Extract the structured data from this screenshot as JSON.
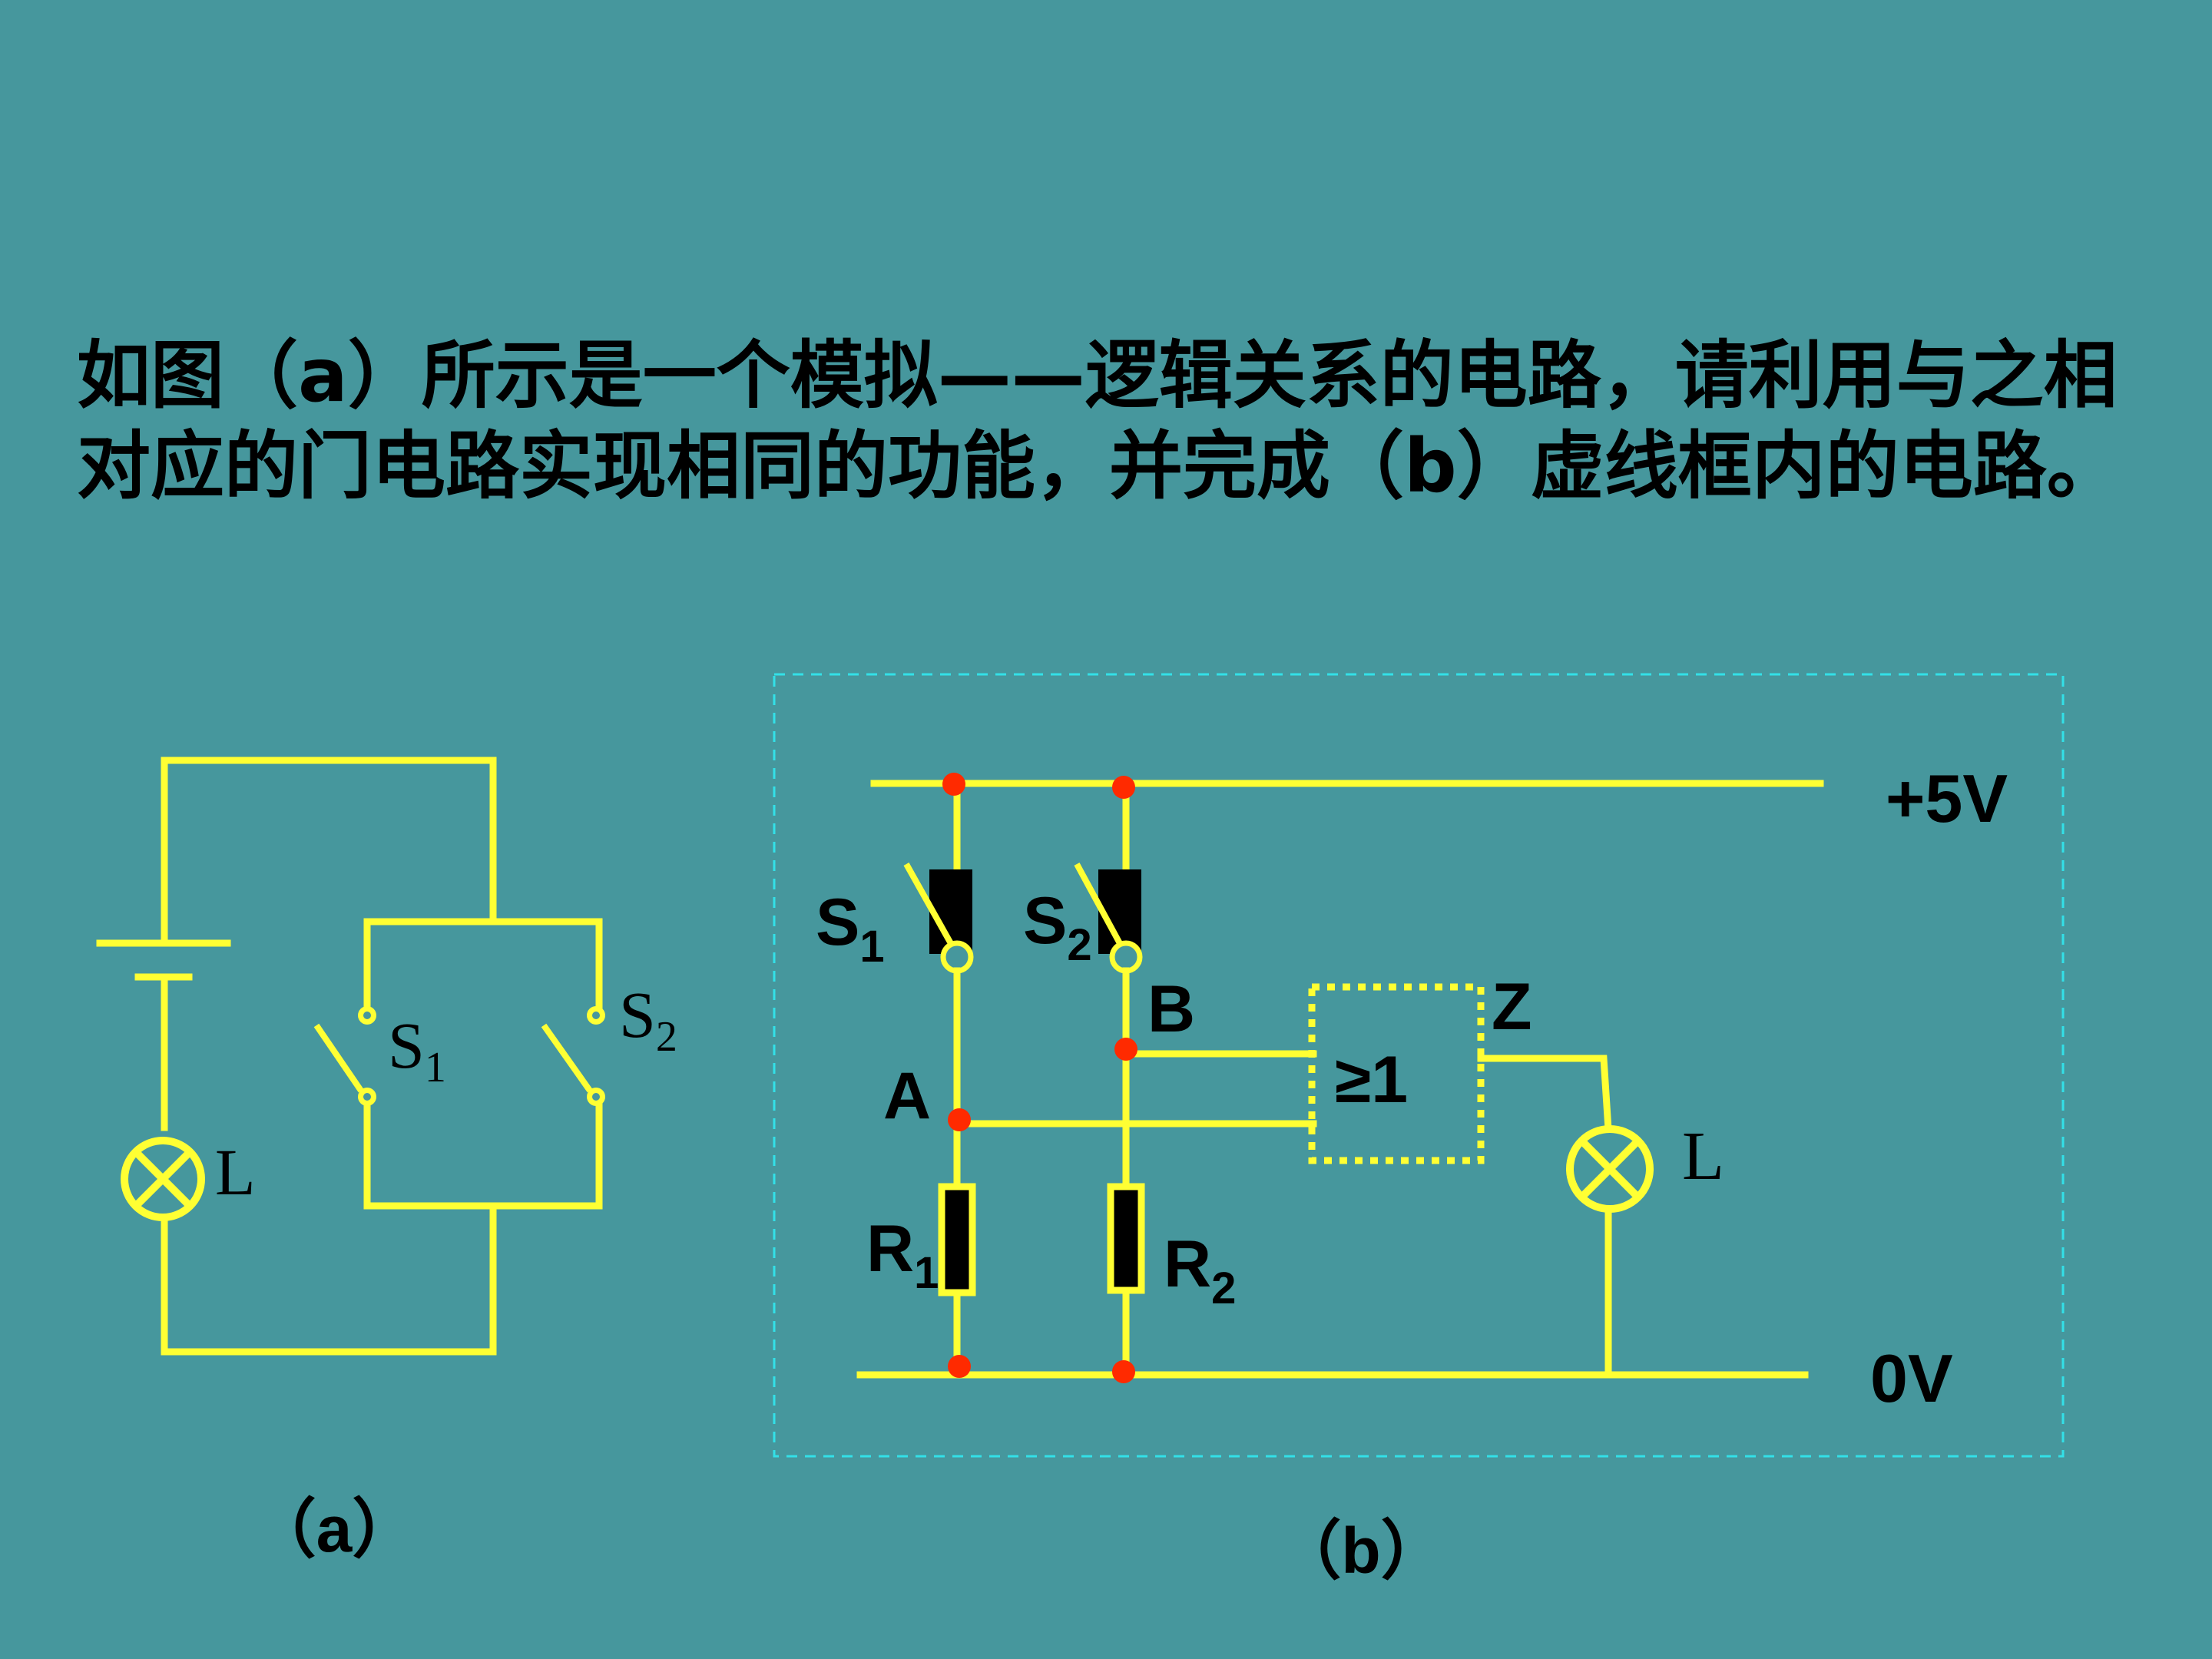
{
  "question": {
    "line1": "如图（a）所示是一个模拟——逻辑关系的电路，请利用与之相",
    "line2": "对应的门电路实现相同的功能，并完成（b）虚线框内的电路。"
  },
  "figure_a": {
    "caption": "（a）",
    "lamp": "L",
    "switch1": {
      "letter": "S",
      "sub": "1"
    },
    "switch2": {
      "letter": "S",
      "sub": "2"
    }
  },
  "figure_b": {
    "caption": "（b）",
    "supply_top": "+5V",
    "supply_bottom": "0V",
    "switch1": {
      "letter": "S",
      "sub": "1"
    },
    "switch2": {
      "letter": "S",
      "sub": "2"
    },
    "resistor1": {
      "letter": "R",
      "sub": "1"
    },
    "resistor2": {
      "letter": "R",
      "sub": "2"
    },
    "node_a": "A",
    "node_b": "B",
    "output": "Z",
    "gate_symbol": "≥1",
    "lamp": "L"
  },
  "colors": {
    "background": "#46979d",
    "wire": "#ffff33",
    "node": "#ff2a00",
    "dashed_frame": "#33e0e8"
  }
}
